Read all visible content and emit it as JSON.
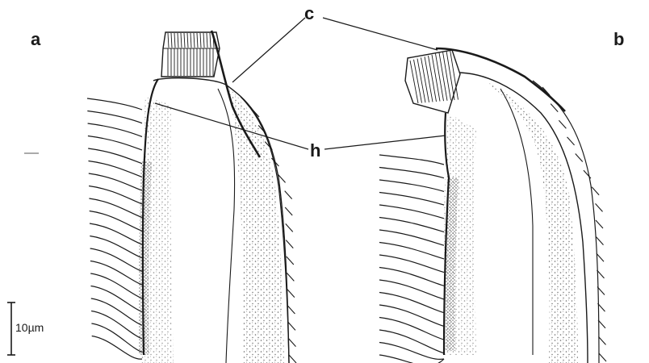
{
  "panels": {
    "left_label": "a",
    "right_label": "b"
  },
  "annotations": {
    "c": "c",
    "h": "h"
  },
  "scale_bar": {
    "label": "10µm"
  },
  "colors": {
    "ink": "#1a1a1a",
    "stipple": "#555555",
    "background": "#ffffff"
  }
}
